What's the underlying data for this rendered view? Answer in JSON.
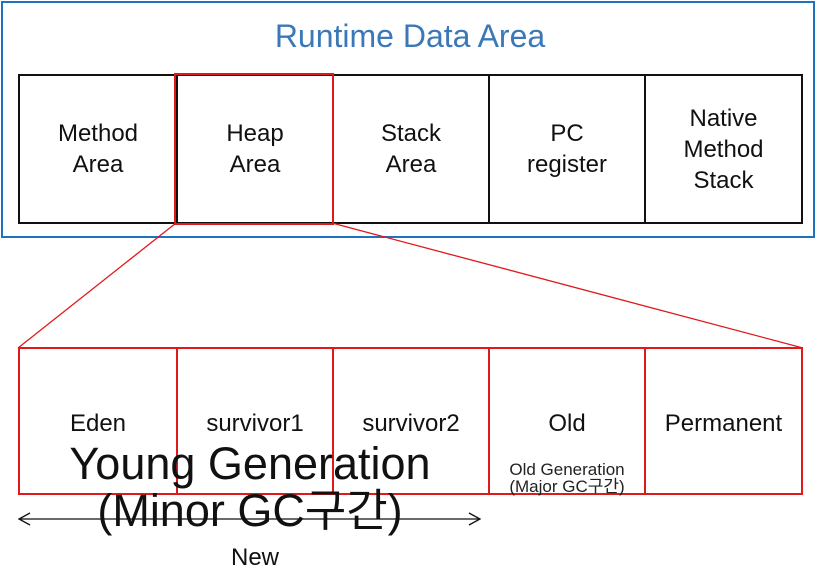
{
  "runtime_area": {
    "title": "Runtime Data Area",
    "cells": [
      "Method\nArea",
      "Heap\nArea",
      "Stack\nArea",
      "PC\nregister",
      "Native\nMethod\nStack"
    ]
  },
  "heap": {
    "cells": [
      "Eden",
      "survivor1",
      "survivor2",
      "Old",
      "Permanent"
    ],
    "old_generation_label": "Old Generation\n(Major GC구간)",
    "young_generation_label": "Young Generation\n(Minor GC구간)",
    "new_label": "New"
  },
  "colors": {
    "frame_blue": "#1e73be",
    "title_blue": "#3b78b8",
    "highlight_red": "#e0191c",
    "cell_border": "#111111"
  }
}
